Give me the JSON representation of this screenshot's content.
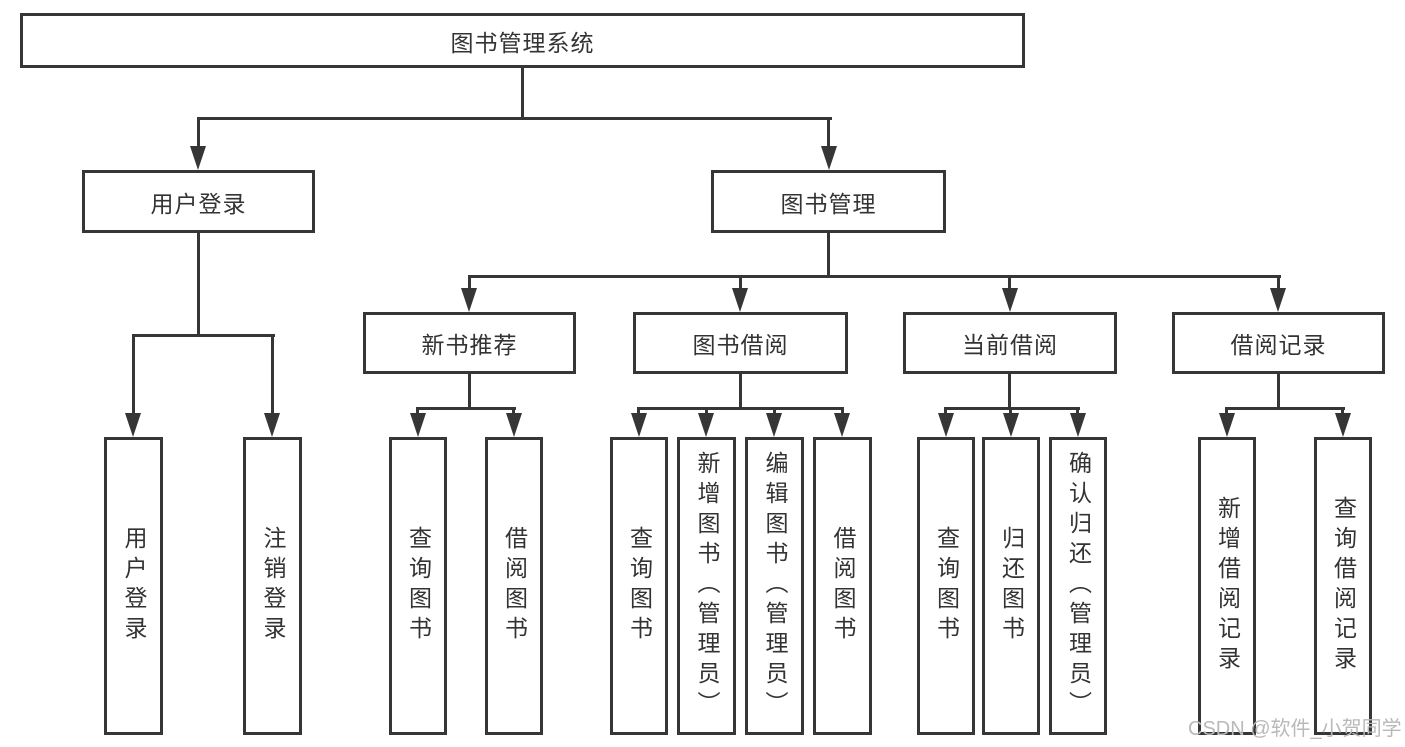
{
  "diagram": {
    "title": "图书管理系统",
    "root": {
      "label": "图书管理系统"
    },
    "branches": [
      {
        "label": "用户登录",
        "children": [
          {
            "label": "用户登录"
          },
          {
            "label": "注销登录"
          }
        ]
      },
      {
        "label": "图书管理",
        "children": [
          {
            "label": "新书推荐",
            "children": [
              "查询图书",
              "借阅图书"
            ]
          },
          {
            "label": "图书借阅",
            "children": [
              "查询图书",
              "新增图书（管理员）",
              "编辑图书（管理员）",
              "借阅图书"
            ]
          },
          {
            "label": "当前借阅",
            "children": [
              "查询图书",
              "归还图书",
              "确认归还（管理员）"
            ]
          },
          {
            "label": "借阅记录",
            "children": [
              "新增借阅记录",
              "查询借阅记录"
            ]
          }
        ]
      }
    ]
  },
  "watermark": {
    "text": "CSDN @软件_小贺同学"
  },
  "colors": {
    "line": "#363636",
    "text": "#333333",
    "watermark": "#b9b9b9",
    "background": "#ffffff"
  }
}
